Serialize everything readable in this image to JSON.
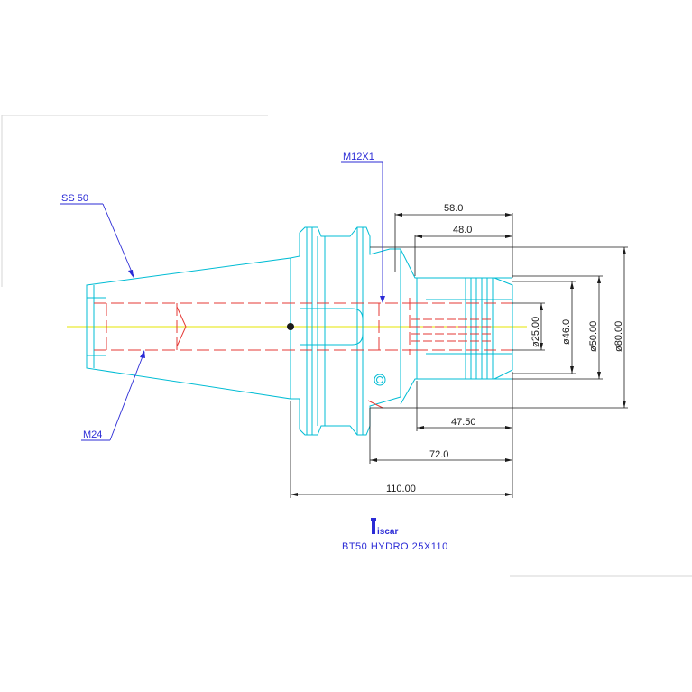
{
  "drawing": {
    "title": "BT50 HYDRO 25X110",
    "logo": "iscar",
    "colors": {
      "outline": "#00bcd4",
      "hidden": "#e53935",
      "dimension": "#1a1a1a",
      "callout": "#2b2bd6",
      "centerline": "#e6e600"
    },
    "callouts": {
      "taper": "SS 50",
      "thread_top": "M12X1",
      "thread_bottom": "M24"
    },
    "dimensions": {
      "len_58": "58.0",
      "len_48": "48.0",
      "len_47_5": "47.50",
      "len_72": "72.0",
      "len_110": "110.00",
      "dia_25": "ø25.00",
      "dia_46": "ø46.0",
      "dia_50": "ø50.00",
      "dia_80": "ø80.00"
    }
  }
}
